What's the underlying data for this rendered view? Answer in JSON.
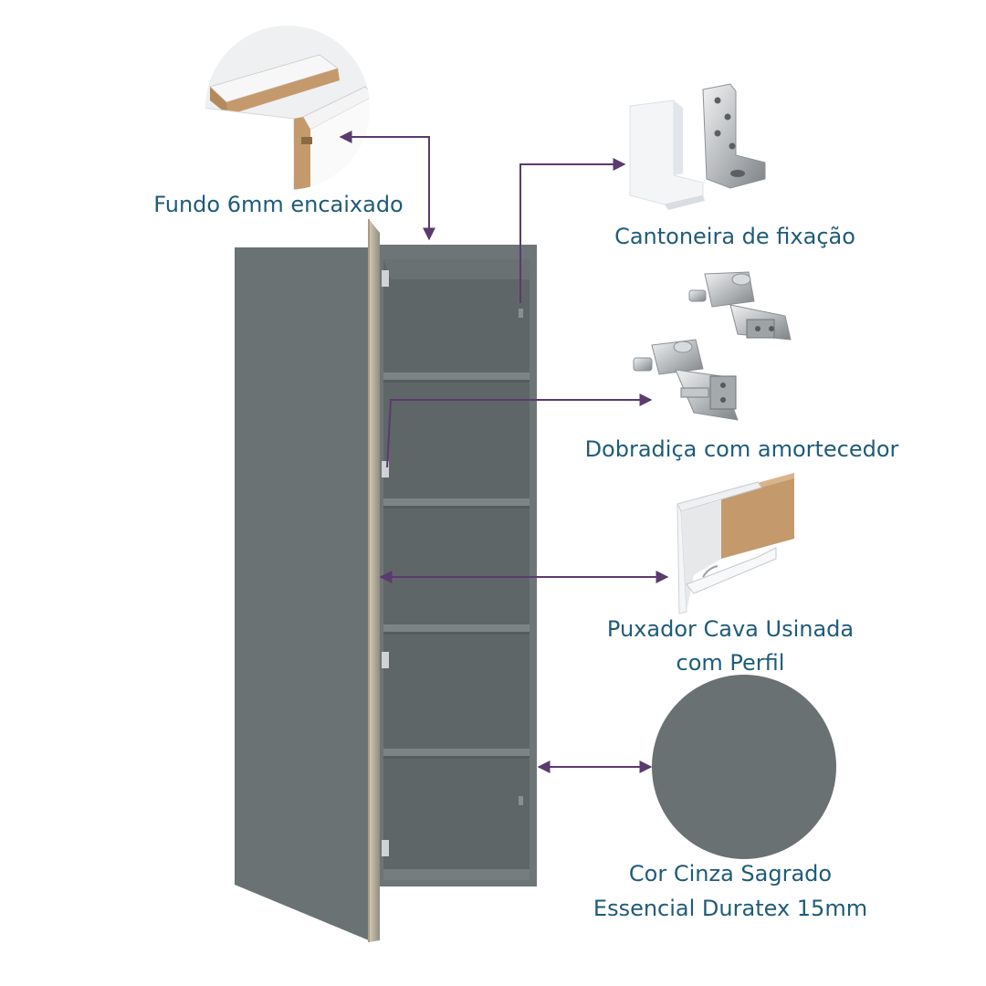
{
  "labels": {
    "fundo": "Fundo 6mm encaixado",
    "cantoneira": "Cantoneira de fixação",
    "dobradica": "Dobradiça com amortecedor",
    "puxador_line1": "Puxador Cava Usinada",
    "puxador_line2": "com Perfil",
    "cor_line1": "Cor Cinza Sagrado",
    "cor_line2": "Essencial Duratex 15mm"
  },
  "colors": {
    "cabinet_exterior": "#6b7273",
    "cabinet_interior": "#5f6668",
    "shelf": "#7a8183",
    "swatch": "#6a7173",
    "arrow": "#5b3a6e",
    "label_text": "#1f5b7a",
    "wood": "#c49a6c"
  },
  "icons": {
    "fundo": "panel-joint-icon",
    "cantoneira": "bracket-icon",
    "dobradica": "hinge-icon",
    "puxador": "handle-profile-icon",
    "cor": "color-swatch-icon"
  }
}
